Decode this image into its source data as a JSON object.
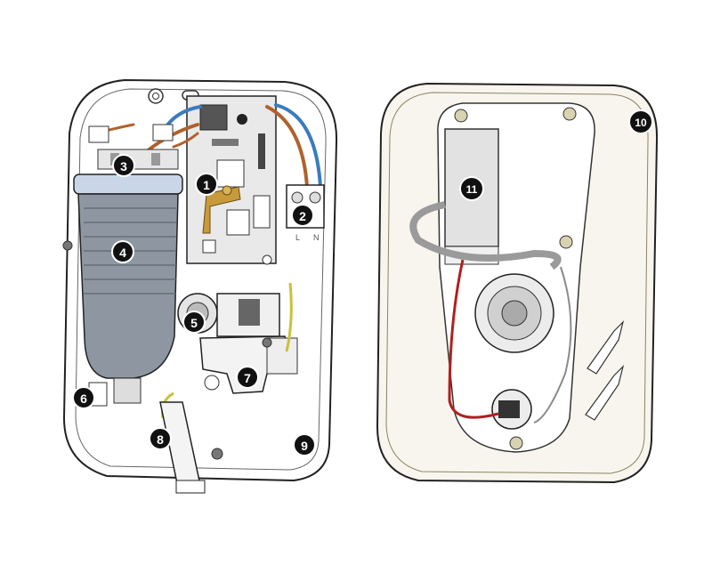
{
  "callouts": [
    {
      "num": "1",
      "part": "pcb"
    },
    {
      "num": "2",
      "part": "terminal-block"
    },
    {
      "num": "3",
      "part": "tank-terminals"
    },
    {
      "num": "4",
      "part": "heater-tank"
    },
    {
      "num": "5",
      "part": "solenoid-valve"
    },
    {
      "num": "6",
      "part": "tank-clip"
    },
    {
      "num": "7",
      "part": "flow-valve"
    },
    {
      "num": "8",
      "part": "outlet-earth"
    },
    {
      "num": "9",
      "part": "backplate-edge"
    },
    {
      "num": "10",
      "part": "cover-edge"
    },
    {
      "num": "11",
      "part": "control-module"
    }
  ],
  "terminal_labels": {
    "left": "L",
    "right": "N"
  },
  "colors": {
    "outline": "#222222",
    "tank": "#8e97a1",
    "tank_cap": "#c8d6e8",
    "pcb": "#e9e9e9",
    "wire_blue": "#3a7bbf",
    "wire_brown": "#b0622c",
    "wire_red": "#b02020",
    "wire_earth": "#c9c23a",
    "cover_fill": "#f7f5ee",
    "callout": "#111111"
  }
}
